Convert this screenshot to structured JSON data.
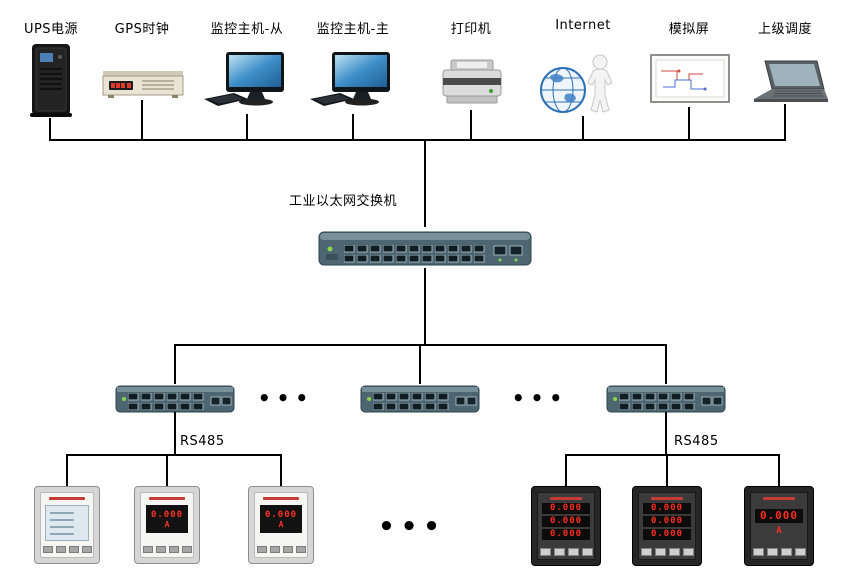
{
  "diagram": {
    "devices": {
      "ups": "UPS电源",
      "gps": "GPS时钟",
      "host_slave": "监控主机-从",
      "host_master": "监控主机-主",
      "printer": "打印机",
      "internet": "Internet",
      "mimic_panel": "模拟屏",
      "dispatch": "上级调度"
    },
    "main_switch_label": "工业以太网交换机",
    "bus_labels": {
      "rs485_left": "RS485",
      "rs485_right": "RS485"
    },
    "ellipsis": {
      "switch_row_1": "•••",
      "switch_row_2": "•••",
      "meter_row": "•••"
    },
    "meters": {
      "left2_value": "0.000",
      "left2_unit": "A",
      "left3_value": "0.000",
      "left3_unit": "A",
      "right1_rows": [
        "0.000",
        "0.000",
        "0.000"
      ],
      "right2_rows": [
        "0.000",
        "0.000",
        "0.000"
      ],
      "right3_value": "0.000",
      "right3_unit": "A"
    }
  }
}
